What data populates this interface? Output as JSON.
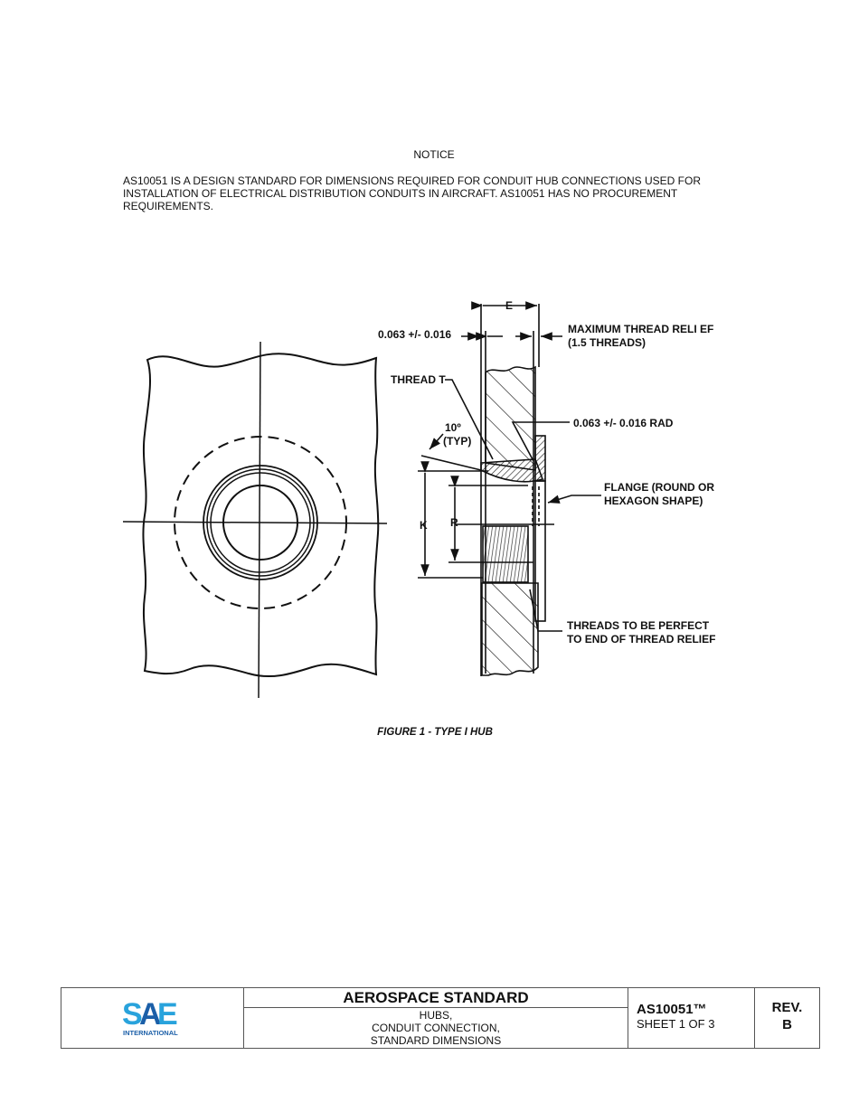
{
  "notice": {
    "title": "NOTICE",
    "body": "AS10051 IS A DESIGN STANDARD FOR DIMENSIONS REQUIRED FOR CONDUIT HUB CONNECTIONS USED FOR INSTALLATION OF ELECTRICAL DISTRIBUTION CONDUITS IN AIRCRAFT. AS10051 HAS NO PROCUREMENT REQUIREMENTS."
  },
  "figure": {
    "caption": "FIGURE 1 - TYPE I HUB",
    "labels": {
      "dim_e": "E",
      "dim_063": "0.063 +/- 0.016",
      "max_relief_line1": "MAXIMUM THREAD RELI EF",
      "max_relief_line2": "(1.5 THREADS)",
      "thread_t": "THREAD T",
      "rad": "0.063 +/- 0.016 RAD",
      "angle_line1": "10º",
      "angle_line2": "(TYP)",
      "flange_line1": "FLANGE (ROUND OR",
      "flange_line2": "HEXAGON SHAPE)",
      "dim_k": "K",
      "dim_r": "R",
      "threads_line1": "THREADS TO BE PERFECT",
      "threads_line2": "TO END OF THREAD RELIEF"
    }
  },
  "title_block": {
    "logo_text": "SAE",
    "logo_sub": "INTERNATIONAL",
    "logo_colors": {
      "light": "#29a3dc",
      "dark": "#1b5fa8"
    },
    "heading": "AEROSPACE STANDARD",
    "subtitle_lines": [
      "HUBS,",
      "CONDUIT CONNECTION,",
      "STANDARD DIMENSIONS"
    ],
    "doc_number": "AS10051™",
    "sheet": "SHEET 1 OF 3",
    "rev_label": "REV.",
    "rev_value": "B"
  }
}
